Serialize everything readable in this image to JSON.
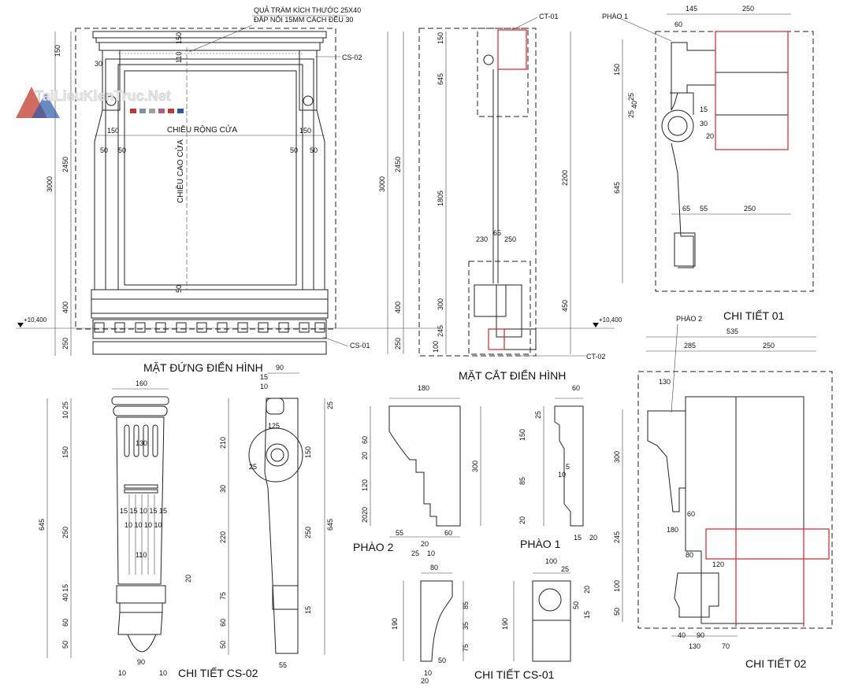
{
  "watermark": "TaiLieuKienTruc.Net",
  "notes": {
    "note_line1": "QUẢ TRÁM KÍCH THƯỚC 25X40",
    "note_line2": "ĐẮP NỔI 15MM CÁCH ĐỀU 30"
  },
  "titles": {
    "elevation": "MẶT ĐỨNG ĐIỂN HÌNH",
    "section": "MẶT CẮT ĐIỂN HÌNH",
    "detail01": "CHI TIẾT 01",
    "detail02": "CHI TIẾT 02",
    "cs02": "CHI TIẾT CS-02",
    "cs01": "CHI TIẾT CS-01",
    "phao2": "PHÀO 2",
    "phao1": "PHÀO 1"
  },
  "labels": {
    "door_width": "CHIỀU RỘNG CỬA",
    "door_height": "CHIỀU CAO CỬA",
    "cs02_tag": "CS-02",
    "cs01_tag": "CS-01",
    "ct01_tag": "CT-01",
    "ct02_tag": "CT-02",
    "phao1_tag": "PHÀO 1",
    "phao2_tag": "PHÀO 2",
    "level1": "+10,400",
    "level2": "+10,400"
  },
  "dims": {
    "elev_150": "150",
    "elev_2450": "2450",
    "elev_3000": "3000",
    "elev_400": "400",
    "elev_250": "250",
    "elev_w150a": "150",
    "elev_w150b": "150",
    "elev_w50a": "50",
    "elev_w50b": "50",
    "elev_w50c": "50",
    "elev_w50d": "50",
    "elev_top150": "150",
    "elev_top110": "110",
    "elev_top30": "30",
    "elev_bot50": "50",
    "elev_30": "30",
    "sec_3000": "3000",
    "sec_2450": "2450",
    "sec_400": "400",
    "sec_250": "250",
    "sec_150": "150",
    "sec_645": "645",
    "sec_1805": "1805",
    "sec_300": "300",
    "sec_245": "245",
    "sec_100": "100",
    "sec_2200": "2200",
    "sec_450": "450",
    "sec_230": "230",
    "sec_250b": "250",
    "sec_65": "65",
    "d1_145": "145",
    "d1_250": "250",
    "d1_60": "60",
    "d1_150": "150",
    "d1_25": "25",
    "d1_40": "40",
    "d1_25b": "25",
    "d1_645": "645",
    "d1_15": "15",
    "d1_30": "30",
    "d1_20": "20",
    "d1_65": "65",
    "d1_55": "55",
    "d1_250b": "250",
    "d2_535": "535",
    "d2_285": "285",
    "d2_250": "250",
    "d2_130": "130",
    "d2_300": "300",
    "d2_60": "60",
    "d2_180": "180",
    "d2_80": "80",
    "d2_120": "120",
    "d2_245": "245",
    "d2_100": "100",
    "d2_50": "50",
    "d2_40": "40",
    "d2_90": "90",
    "d2_130b": "130",
    "d2_70": "70",
    "cs02_160": "160",
    "cs02_130": "130",
    "cs02_25": "25",
    "cs02_10": "10",
    "cs02_150": "150",
    "cs02_645": "645",
    "cs02_250": "250",
    "cs02_15": "15",
    "cs02_40": "40",
    "cs02_60": "60",
    "cs02_50": "50",
    "cs02_90": "90",
    "cs02_10b": "10",
    "cs02_10c": "10",
    "cs02_110": "110",
    "cs02_15row": "15 15 10 15 15",
    "cs02_10row": "10 10 10 10",
    "cs02s_90": "90",
    "cs02s_15": "15",
    "cs02s_10": "10",
    "cs02s_210": "210",
    "cs02s_125": "125",
    "cs02s_25": "25",
    "cs02s_30": "30",
    "cs02s_220": "220",
    "cs02s_75": "75",
    "cs02s_60": "60",
    "cs02s_50": "50",
    "cs02s_55": "55",
    "cs02s_150": "150",
    "cs02s_250": "250",
    "cs02s_645": "645",
    "cs02s_15b": "15",
    "cs02s_20": "20",
    "cs02s_25b": "25",
    "p2_180": "180",
    "p2_60": "60",
    "p2_20": "20",
    "p2_120": "120",
    "p2_2020": "2020",
    "p2_300": "300",
    "p2_55": "55",
    "p2_25": "25",
    "p2_60b": "60",
    "p2_20b": "20",
    "p2_10": "10",
    "p1_60": "60",
    "p1_25": "25",
    "p1_150": "150",
    "p1_85": "85",
    "p1_20": "20",
    "p1_5": "5",
    "p1_10": "10",
    "p1_15": "15",
    "p1_20b": "20",
    "cs01_80": "80",
    "cs01_190": "190",
    "cs01_50": "50",
    "cs01_10": "10",
    "cs01_20": "20",
    "cs01_85": "85",
    "cs01_35": "35",
    "cs01_75": "75",
    "cs01b_100": "100",
    "cs01b_25": "25",
    "cs01b_20": "20",
    "cs01b_50": "50",
    "cs01b_15": "15",
    "cs01b_190": "190"
  },
  "colors": {
    "line": "#222222",
    "accent_red": "#d22222",
    "watermark_red": "#c0392b",
    "watermark_blue": "#2b5aa8"
  }
}
